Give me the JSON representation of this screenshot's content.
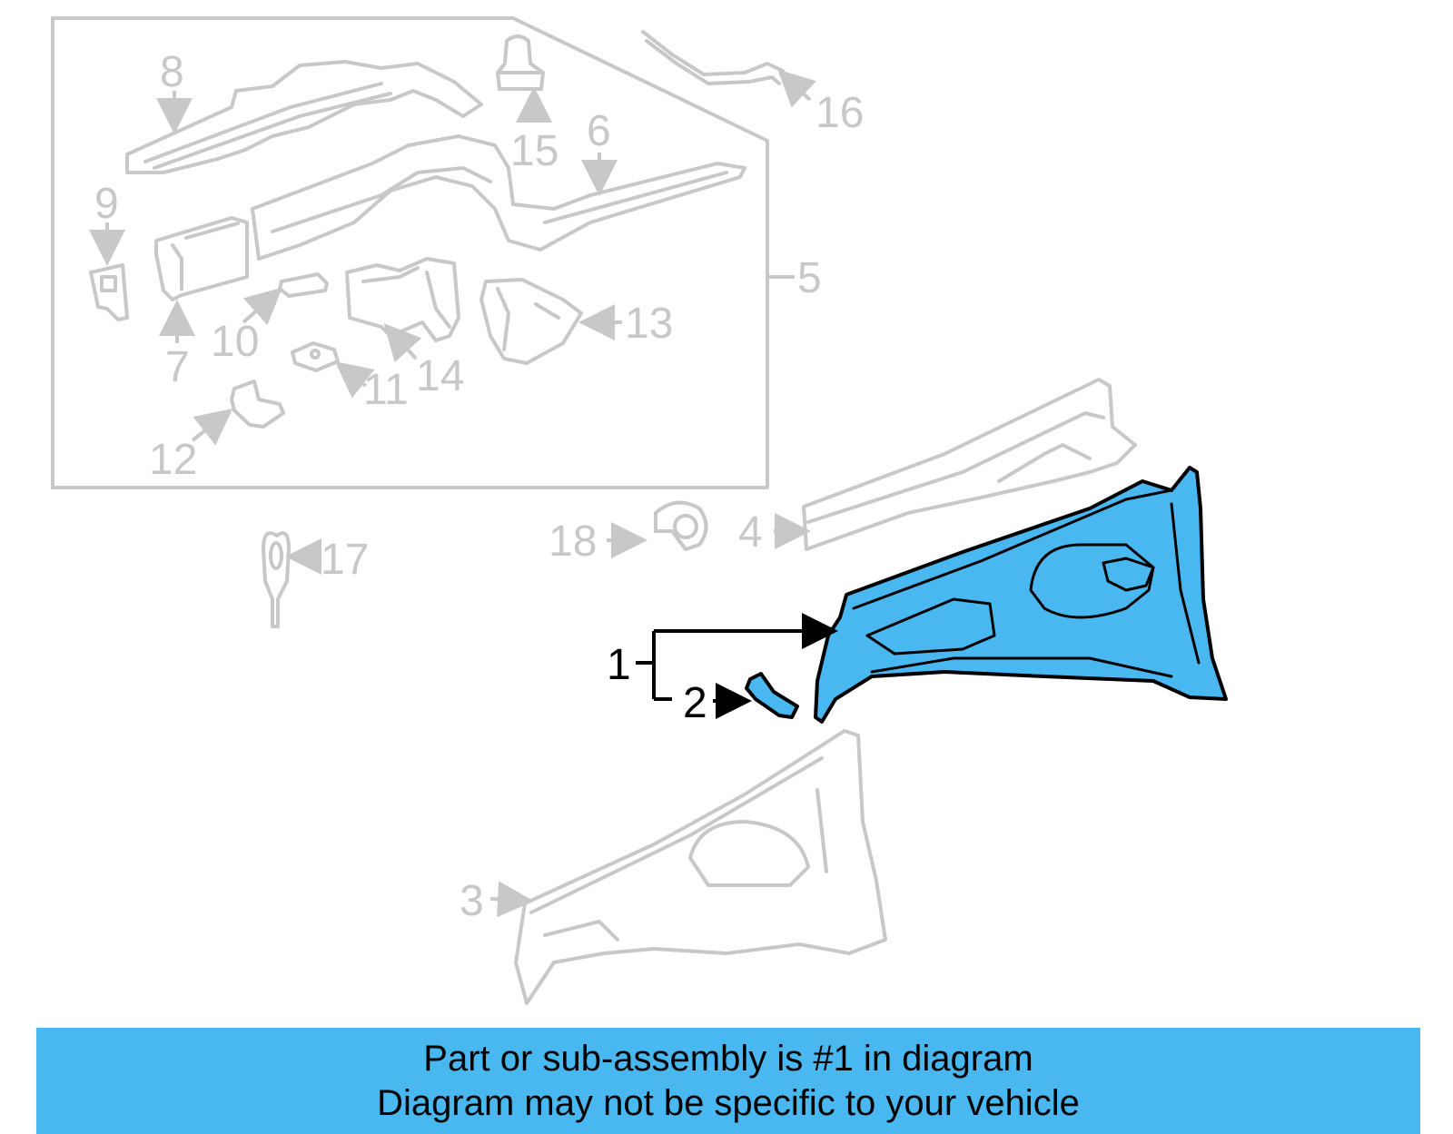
{
  "callouts": {
    "c1": "1",
    "c2": "2",
    "c3": "3",
    "c4": "4",
    "c5": "5",
    "c6": "6",
    "c7": "7",
    "c8": "8",
    "c9": "9",
    "c10": "10",
    "c11": "11",
    "c12": "12",
    "c13": "13",
    "c14": "14",
    "c15": "15",
    "c16": "16",
    "c17": "17",
    "c18": "18"
  },
  "banner": {
    "line1": "Part or sub-assembly is #1 in diagram",
    "line2": "Diagram may not be specific to your vehicle"
  },
  "colors": {
    "highlight": "#4ab8f0",
    "ghost": "#c8c8c8",
    "ink": "#000000"
  }
}
